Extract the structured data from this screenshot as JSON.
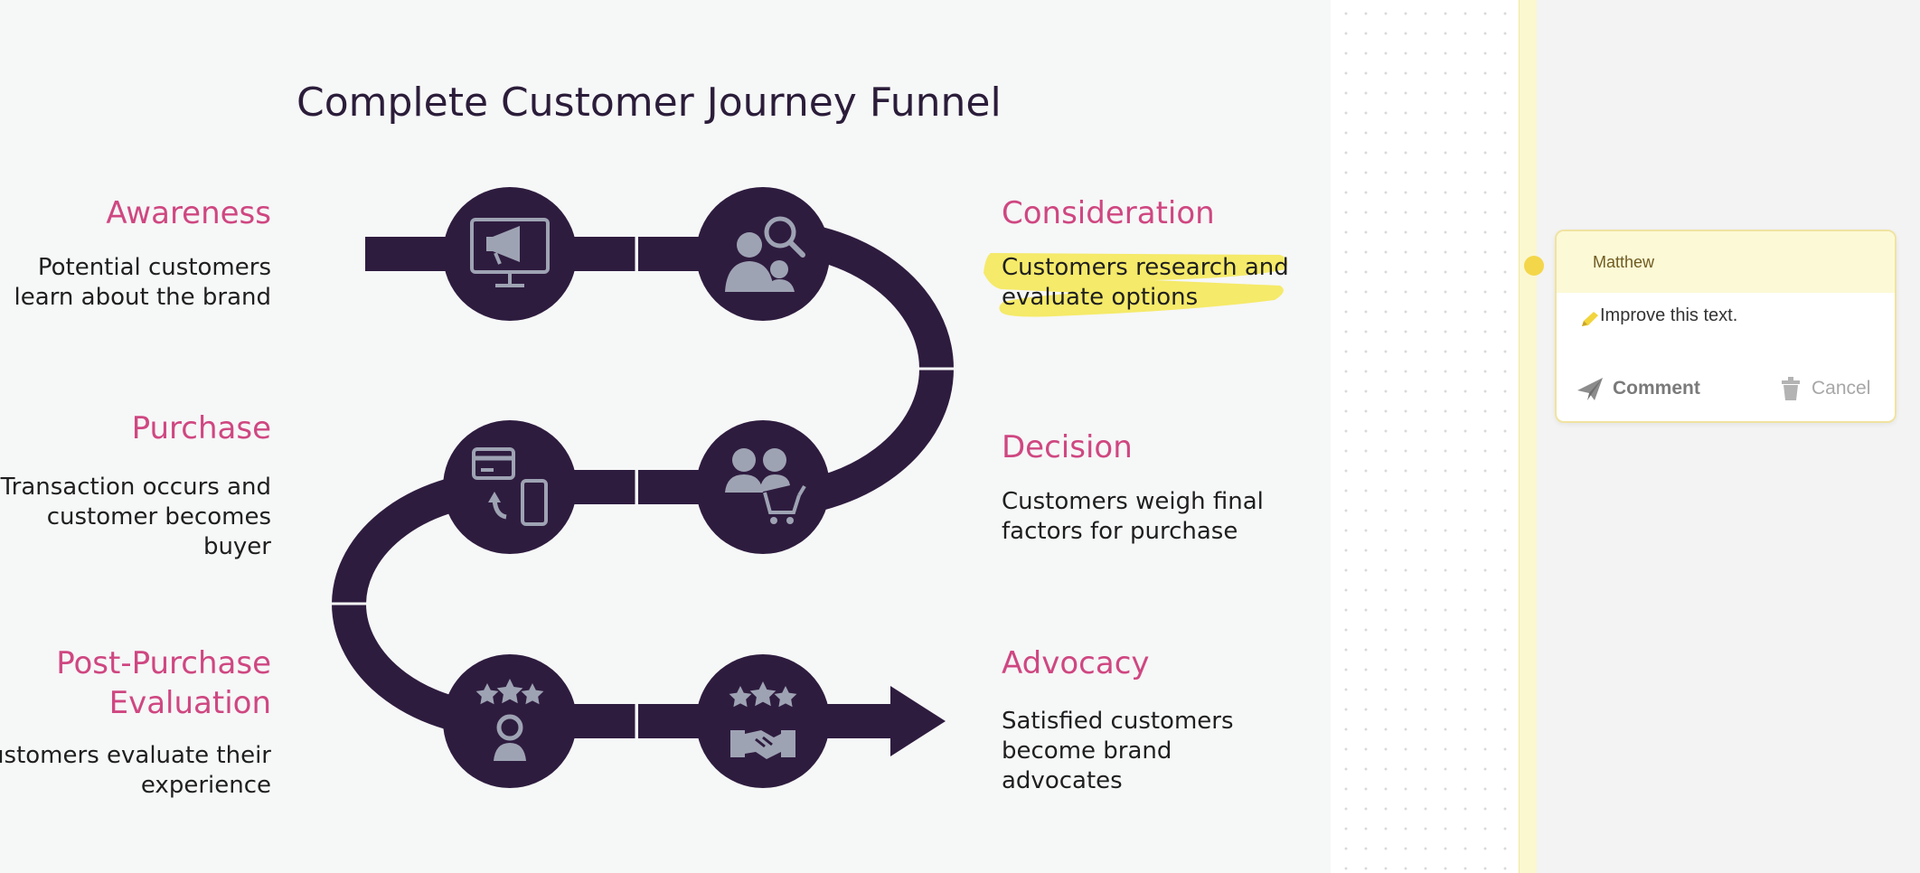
{
  "slide": {
    "title": "Complete Customer Journey Funnel",
    "stages": [
      {
        "title": "Awareness",
        "desc_lines": [
          "Potential customers",
          "learn about the brand"
        ]
      },
      {
        "title": "Consideration",
        "desc_lines": [
          "Customers research and",
          "evaluate options"
        ]
      },
      {
        "title": "Purchase",
        "desc_lines": [
          "Transaction occurs and",
          "customer becomes",
          "buyer"
        ]
      },
      {
        "title": "Decision",
        "desc_lines": [
          "Customers weigh final",
          "factors for purchase"
        ]
      },
      {
        "title_lines": [
          "Post-Purchase",
          "Evaluation"
        ],
        "desc_lines": [
          "Customers evaluate their",
          "experience"
        ]
      },
      {
        "title": "Advocacy",
        "desc_lines": [
          "Satisfied customers",
          "become brand",
          "advocates"
        ]
      }
    ],
    "icons": [
      "monitor-megaphone-icon",
      "people-search-icon",
      "card-payment-icon",
      "people-cart-icon",
      "stars-rating-icon",
      "stars-handshake-icon"
    ]
  },
  "comment": {
    "author": "Matthew",
    "text": "Improve this text.",
    "comment_label": "Comment",
    "cancel_label": "Cancel"
  },
  "colors": {
    "path": "#2e1c3f",
    "accent": "#cf4781",
    "icon": "#9ea3b3",
    "highlight": "#f5e750"
  }
}
